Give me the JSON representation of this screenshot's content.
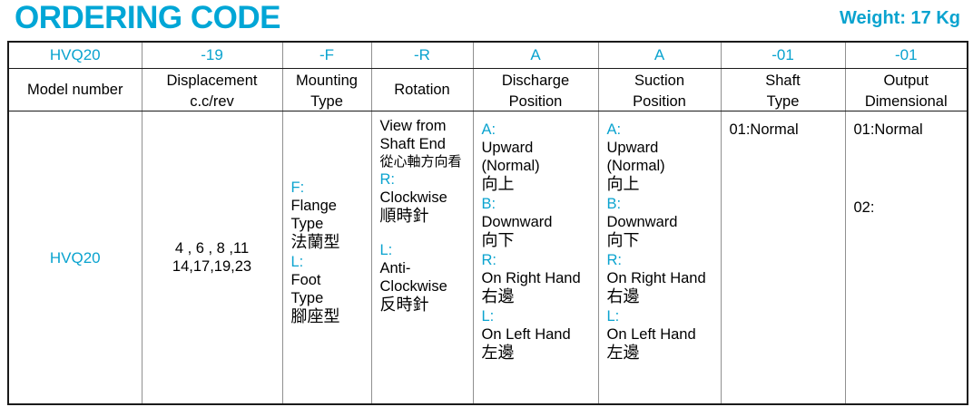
{
  "header": {
    "title": "ORDERING CODE",
    "weight": "Weight: 17 Kg"
  },
  "accent_color": "#0aa3cf",
  "table": {
    "code_row": [
      "HVQ20",
      "-19",
      "-F",
      "-R",
      "A",
      "A",
      "-01",
      "-01"
    ],
    "label_row": [
      {
        "l1": "Model number",
        "l2": ""
      },
      {
        "l1": "Displacement",
        "l2": "c.c/rev"
      },
      {
        "l1": "Mounting",
        "l2": "Type"
      },
      {
        "l1": "Rotation",
        "l2": ""
      },
      {
        "l1": "Discharge",
        "l2": "Position"
      },
      {
        "l1": "Suction",
        "l2": "Position"
      },
      {
        "l1": "Shaft",
        "l2": "Type"
      },
      {
        "l1": "Output",
        "l2": "Dimensional"
      }
    ],
    "body": {
      "model_number": "HVQ20",
      "displacement": {
        "line1": "4 , 6 , 8 ,11",
        "line2": "14,17,19,23"
      },
      "mounting": {
        "f_key": "F:",
        "f_en1": "Flange",
        "f_en2": "Type",
        "f_cjk": "法蘭型",
        "l_key": "L:",
        "l_en1": "Foot",
        "l_en2": "Type",
        "l_cjk": "腳座型"
      },
      "rotation": {
        "note_en1": "View from",
        "note_en2": "Shaft End",
        "note_cjk": "從心軸方向看",
        "r_key": "R:",
        "r_en": "Clockwise",
        "r_cjk": "順時針",
        "l_key": "L:",
        "l_en1": "Anti-",
        "l_en2": "Clockwise",
        "l_cjk": "反時針"
      },
      "discharge": {
        "a_key": "A:",
        "a_en1": "Upward",
        "a_en2": "(Normal)",
        "a_cjk": "向上",
        "b_key": "B:",
        "b_en": "Downward",
        "b_cjk": "向下",
        "r_key": "R:",
        "r_en": "On Right Hand",
        "r_cjk": "右邊",
        "l_key": "L:",
        "l_en": "On Left Hand",
        "l_cjk": "左邊"
      },
      "suction": {
        "a_key": "A:",
        "a_en1": "Upward",
        "a_en2": "(Normal)",
        "a_cjk": "向上",
        "b_key": "B:",
        "b_en": "Downward",
        "b_cjk": "向下",
        "r_key": "R:",
        "r_en": "On Right Hand",
        "r_cjk": "右邊",
        "l_key": "L:",
        "l_en": "On Left Hand",
        "l_cjk": "左邊"
      },
      "shaft_type": {
        "opt1": "01:Normal"
      },
      "output_dimensional": {
        "opt1": "01:Normal",
        "opt2": "02:"
      }
    }
  }
}
